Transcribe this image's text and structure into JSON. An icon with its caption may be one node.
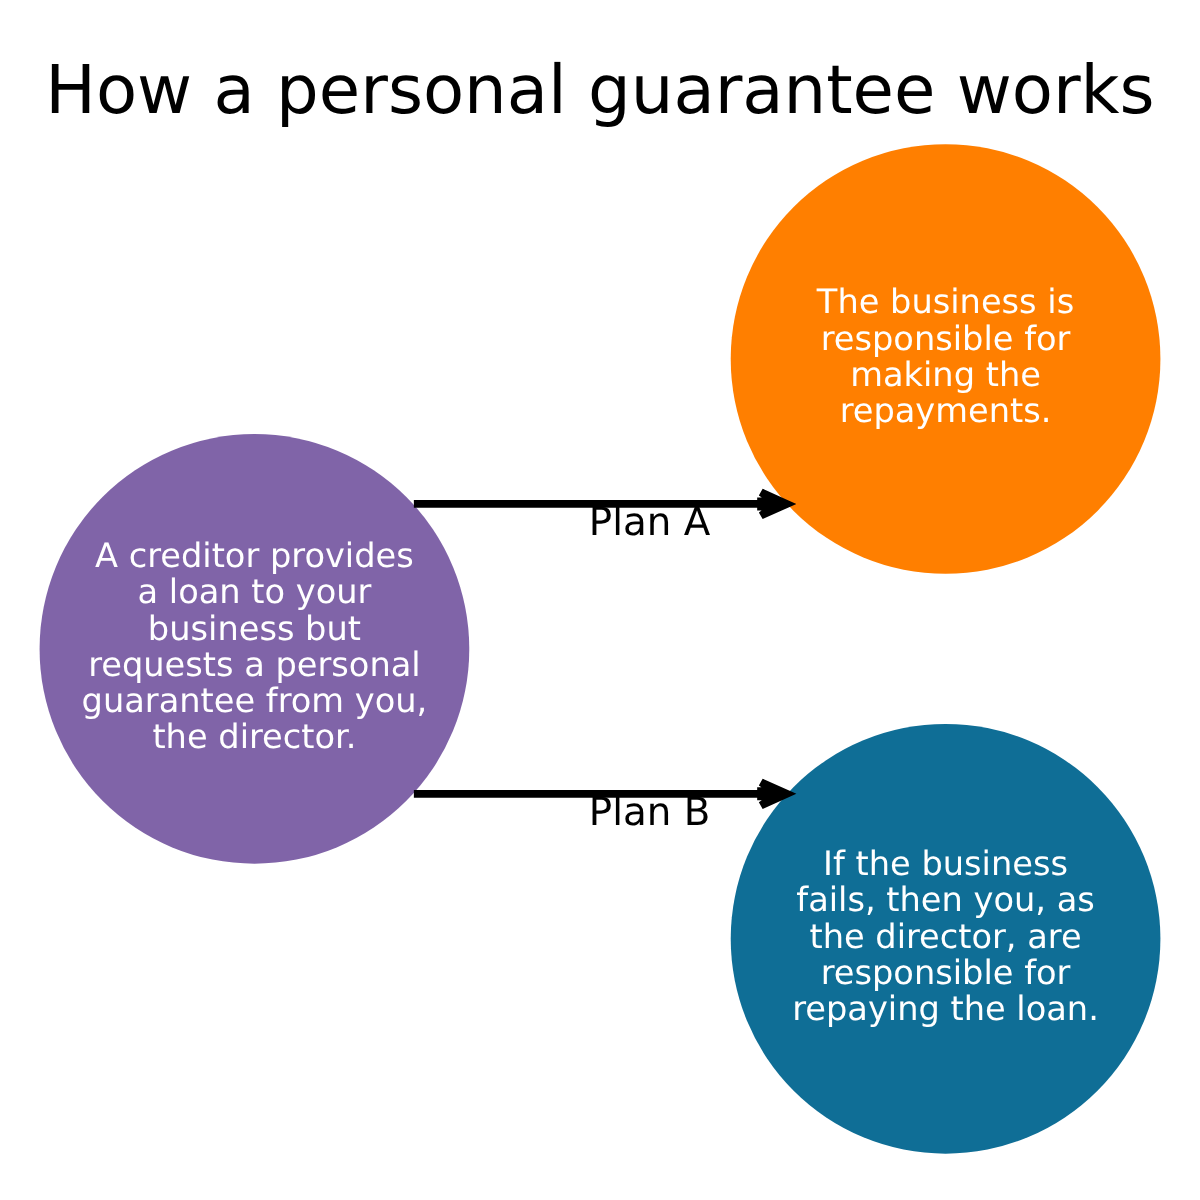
{
  "diagram": {
    "title": "How a personal guarantee works",
    "nodes": [
      {
        "text": [
          "A creditor provides a loan to your business but requests a personal guarantee from you, the director."
        ]
      },
      {
        "text": [
          "The business is responsible for making the repayments."
        ]
      },
      {
        "text": [
          "If the business fails, then you, as the director, are responsible for repaying the loan."
        ]
      }
    ],
    "edges": [
      {
        "from": 0,
        "to": 1,
        "arrow": "to",
        "label": "Plan A"
      },
      {
        "from": 0,
        "to": 2,
        "arrow": "to",
        "label": "Plan B"
      }
    ]
  }
}
